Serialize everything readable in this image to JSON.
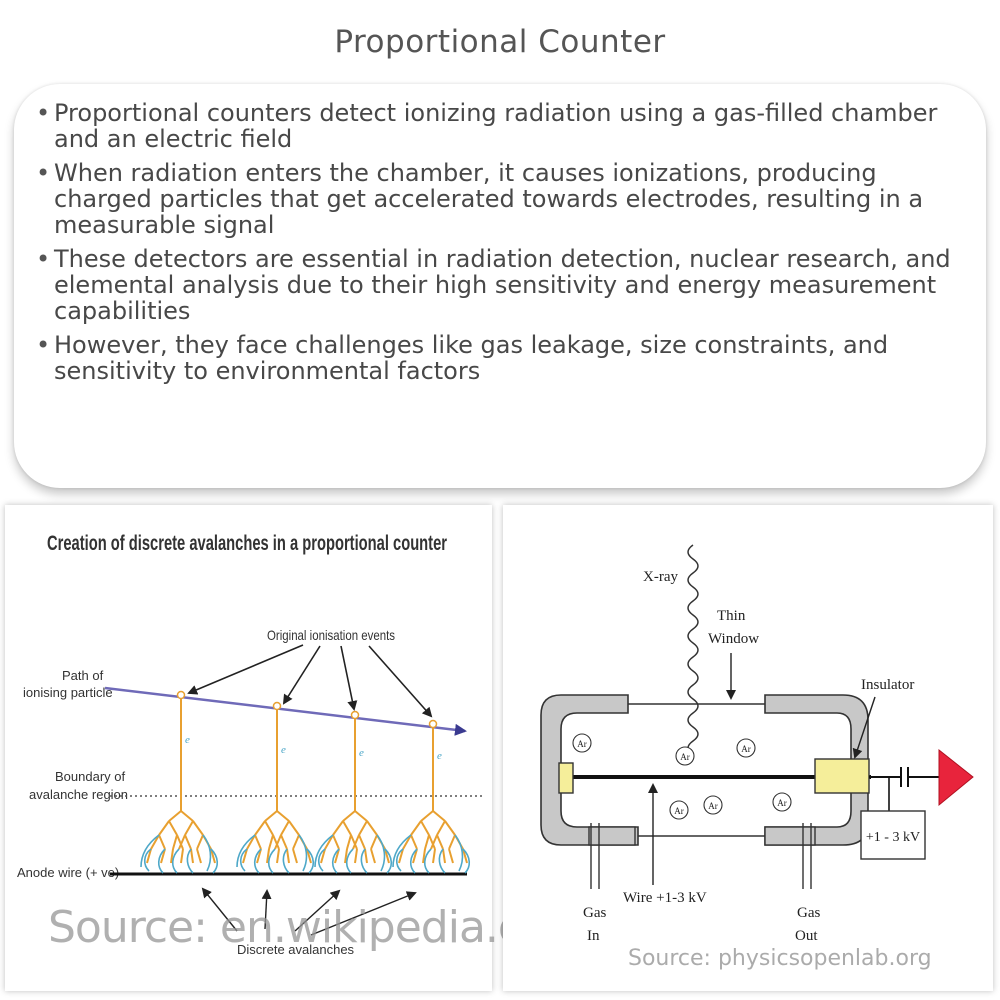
{
  "page": {
    "title": "Proportional Counter"
  },
  "summary": {
    "bullets": [
      "Proportional counters detect ionizing radiation using a gas-filled chamber and an electric field",
      "When radiation enters the chamber, it causes ionizations, producing charged particles that get accelerated towards electrodes, resulting in a measurable signal",
      "These detectors are essential in radiation detection, nuclear research, and elemental analysis due to their high sensitivity and energy measurement capabilities",
      "However, they face challenges like gas leakage, size constraints, and sensitivity to environmental factors"
    ]
  },
  "left_figure": {
    "title": "Creation of discrete avalanches in a proportional counter",
    "label_original_events": "Original ionisation events",
    "label_path_line1": "Path of",
    "label_path_line2": "ionising particle",
    "label_boundary_line1": "Boundary of",
    "label_boundary_line2": "avalanche region",
    "label_anode": "Anode wire (+ ve)",
    "label_discrete": "Discrete avalanches",
    "electron_symbol": "e",
    "source": "Source: en.wikipedia.org"
  },
  "right_figure": {
    "label_xray": "X-ray",
    "label_thin_line1": "Thin",
    "label_thin_line2": "Window",
    "label_insulator": "Insulator",
    "atom_symbol": "Ar",
    "label_voltage": "+1 - 3 kV",
    "label_wire": "Wire +1-3 kV",
    "label_gas_in_line1": "Gas",
    "label_gas_in_line2": "In",
    "label_gas_out_line1": "Gas",
    "label_gas_out_line2": "Out",
    "source": "Source: physicsopenlab.org"
  },
  "colors": {
    "particle_path": "#6f6ab8",
    "avalanche_orange": "#e8a030",
    "avalanche_blue": "#4ea8c8",
    "chamber_gray": "#c8c8c8",
    "insulator_yellow": "#f5ee9a",
    "signal_red": "#e8243c"
  }
}
